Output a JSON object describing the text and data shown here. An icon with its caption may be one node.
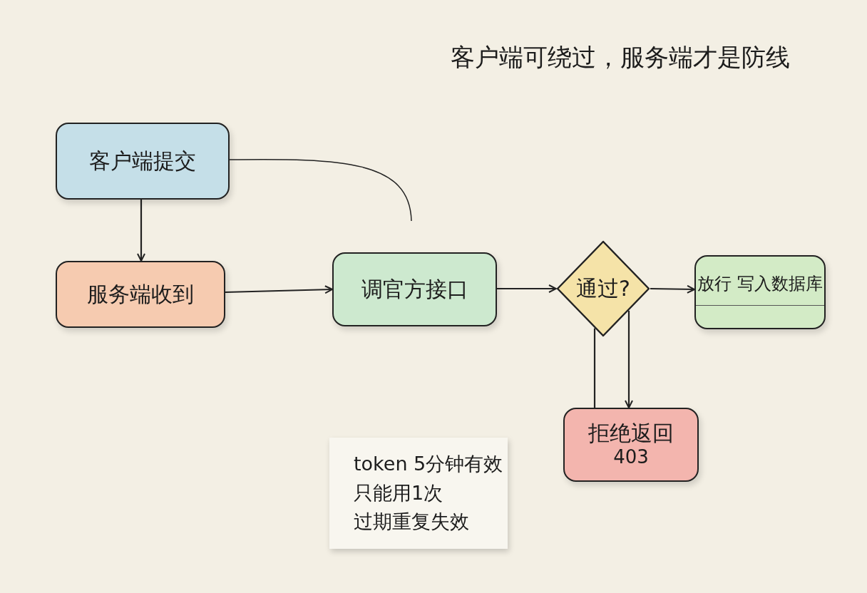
{
  "diagram": {
    "title": "客户端可绕过，服务端才是防线",
    "nodes": [
      {
        "text": [
          "客户端提交"
        ]
      },
      {
        "text": [
          "服务端收到"
        ]
      },
      {
        "text": [
          "调官方接口"
        ]
      },
      {
        "text": [
          "通过?"
        ]
      },
      {
        "text": [
          "拒绝返回",
          "403"
        ]
      },
      {
        "text": [
          "放行 写入数据库"
        ]
      },
      {
        "text": [
          "token 5分钟有效",
          "只能用1次",
          "过期重复失效"
        ]
      }
    ],
    "edges": [
      {
        "from": 0,
        "to": 1,
        "arrow": "to"
      },
      {
        "from": 1,
        "to": 2,
        "arrow": "to"
      },
      {
        "from": 2,
        "to": 3,
        "arrow": "to"
      },
      {
        "from": 3,
        "to": 5,
        "arrow": "to"
      },
      {
        "from": 3,
        "to": 4,
        "arrow": "to"
      },
      {
        "from": 3,
        "to": 4,
        "arrow": "none"
      },
      {
        "from": 0,
        "to": null,
        "arrow": "none"
      }
    ]
  }
}
